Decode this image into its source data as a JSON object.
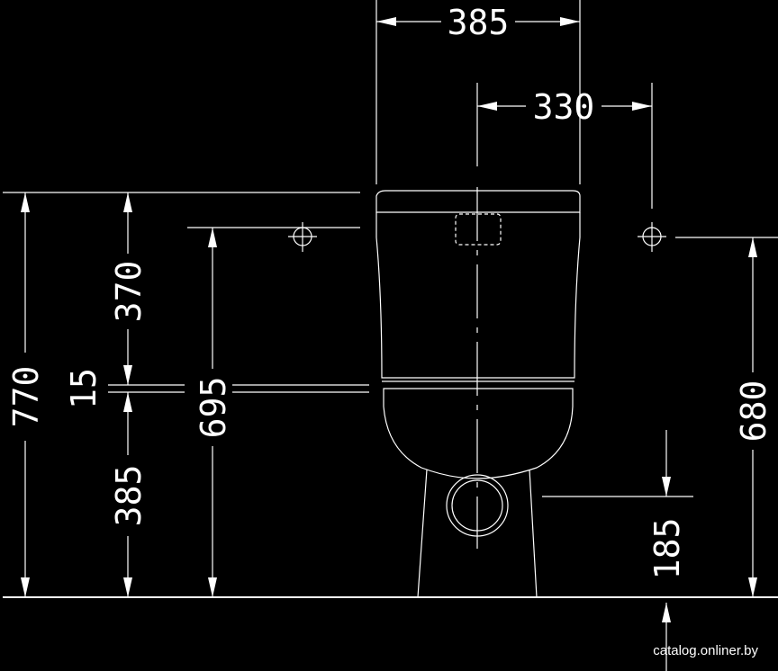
{
  "diagram": {
    "background_color": "#000000",
    "line_color": "#ffffff",
    "dimensions": {
      "tank_width": "385",
      "mounting_spacing": "330",
      "total_height": "770",
      "tank_height": "370",
      "gap": "15",
      "bowl_height": "385",
      "connection_height": "695",
      "mount_height": "680",
      "outlet_height": "185"
    },
    "watermark": "catalog.onliner.by"
  }
}
